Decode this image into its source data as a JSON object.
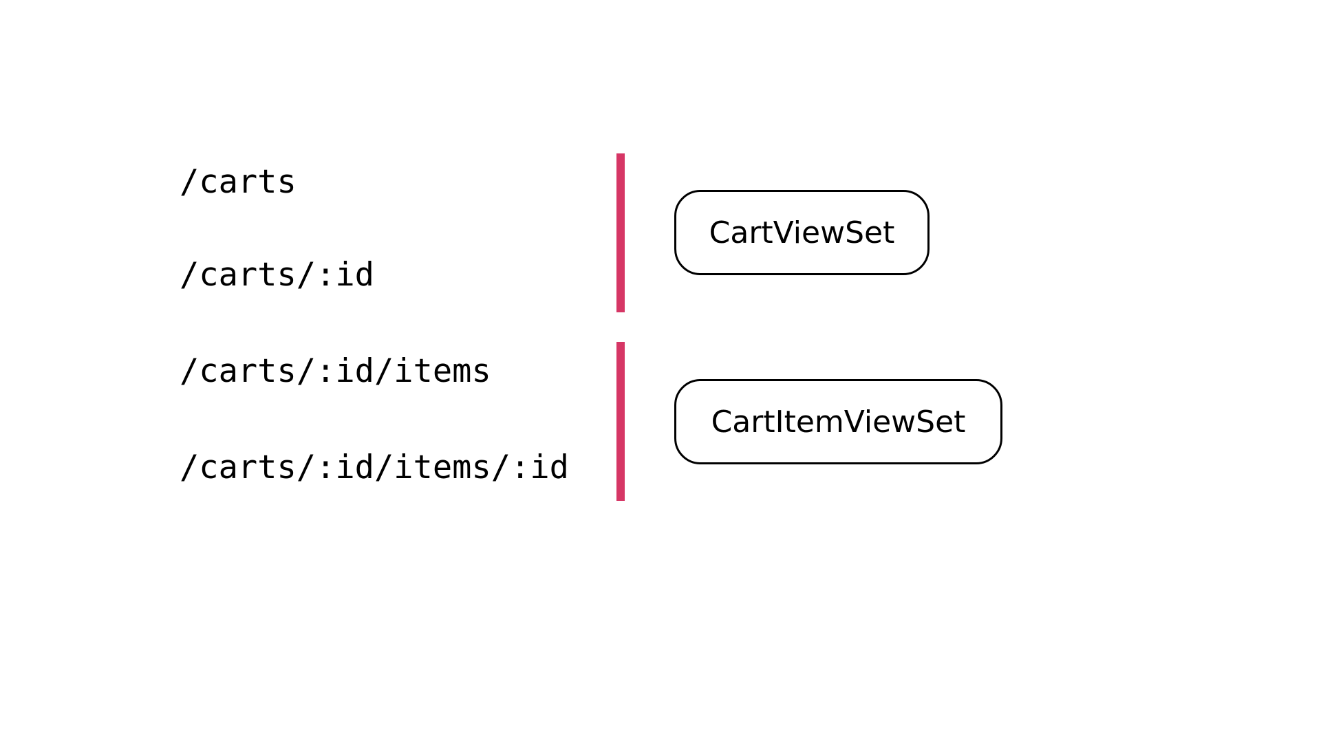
{
  "routes": [
    "/carts",
    "/carts/:id",
    "/carts/:id/items",
    "/carts/:id/items/:id"
  ],
  "groups": [
    {
      "viewset": "CartViewSet",
      "routes": [
        0,
        1
      ]
    },
    {
      "viewset": "CartItemViewSet",
      "routes": [
        2,
        3
      ]
    }
  ],
  "colors": {
    "divider": "#D63665",
    "text": "#000000",
    "box_border": "#000000",
    "background": "#FFFFFF"
  }
}
